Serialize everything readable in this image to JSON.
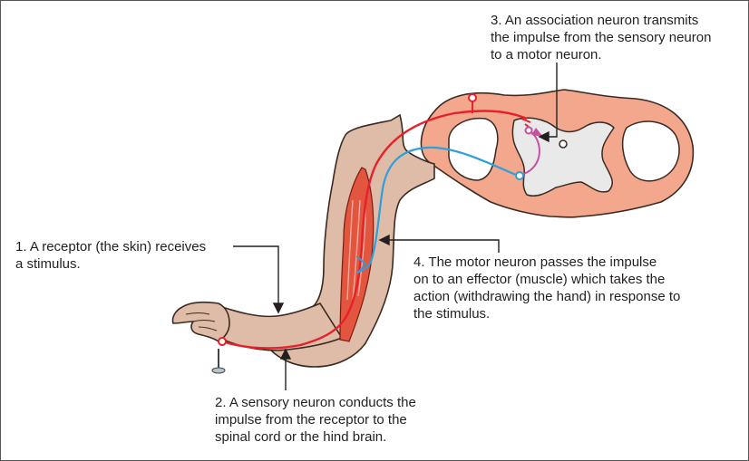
{
  "labels": {
    "step1": [
      "1. A receptor (the skin) receives",
      "a stimulus."
    ],
    "step2": [
      "2. A sensory neuron conducts the",
      "impulse from the receptor to the",
      "spinal cord or the hind brain."
    ],
    "step3": [
      "3. An association neuron transmits",
      "the impulse from the sensory neuron",
      "to a motor neuron."
    ],
    "step4": [
      "4. The motor neuron passes the impulse",
      "on to an effector (muscle) which takes the",
      "action (withdrawing the hand) in response to",
      "the stimulus."
    ]
  },
  "colors": {
    "skin": "#dfbca8",
    "skin_outline": "#3a2a22",
    "muscle": "#e2553f",
    "spinal_tissue": "#f3a88e",
    "grey_matter": "#e9e9ea",
    "sensory_neuron": "#e8202a",
    "motor_neuron": "#2e9fd8",
    "association_neuron": "#c850a0",
    "leader_line": "#231f20"
  }
}
